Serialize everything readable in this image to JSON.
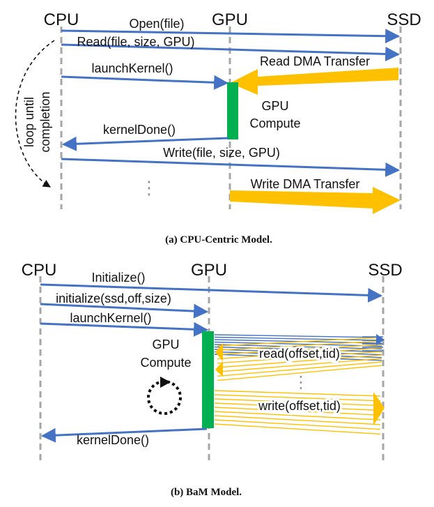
{
  "colors": {
    "blue": "#4472c4",
    "orange": "#ffc000",
    "green": "#00b050",
    "lifeline": "#a6a6a6",
    "text": "#111111"
  },
  "panel_a": {
    "caption": "(a) CPU-Centric Model.",
    "lane_cpu": "CPU",
    "lane_gpu": "GPU",
    "lane_ssd": "SSD",
    "msg_open": "Open(file)",
    "msg_read": "Read(file, size, GPU)",
    "msg_read_dma": "Read DMA Transfer",
    "msg_launch": "launchKernel()",
    "gpu_compute_line1": "GPU",
    "gpu_compute_line2": "Compute",
    "msg_kernel_done": "kernelDone()",
    "msg_write": "Write(file, size, GPU)",
    "msg_write_dma": "Write DMA Transfer",
    "loop_line1": "loop until",
    "loop_line2": "completion",
    "ellipsis": "⋮"
  },
  "panel_b": {
    "caption": "(b)  BaM Model.",
    "lane_cpu": "CPU",
    "lane_gpu": "GPU",
    "lane_ssd": "SSD",
    "msg_initialize": "Initialize()",
    "msg_initialize_args": "initialize(ssd,off,size)",
    "msg_launch": "launchKernel()",
    "gpu_compute_line1": "GPU",
    "gpu_compute_line2": "Compute",
    "msg_read": "read(offset,tid)",
    "msg_write": "write(offset,tid)",
    "msg_kernel_done": "kernelDone()",
    "ellipsis": "⋮"
  }
}
